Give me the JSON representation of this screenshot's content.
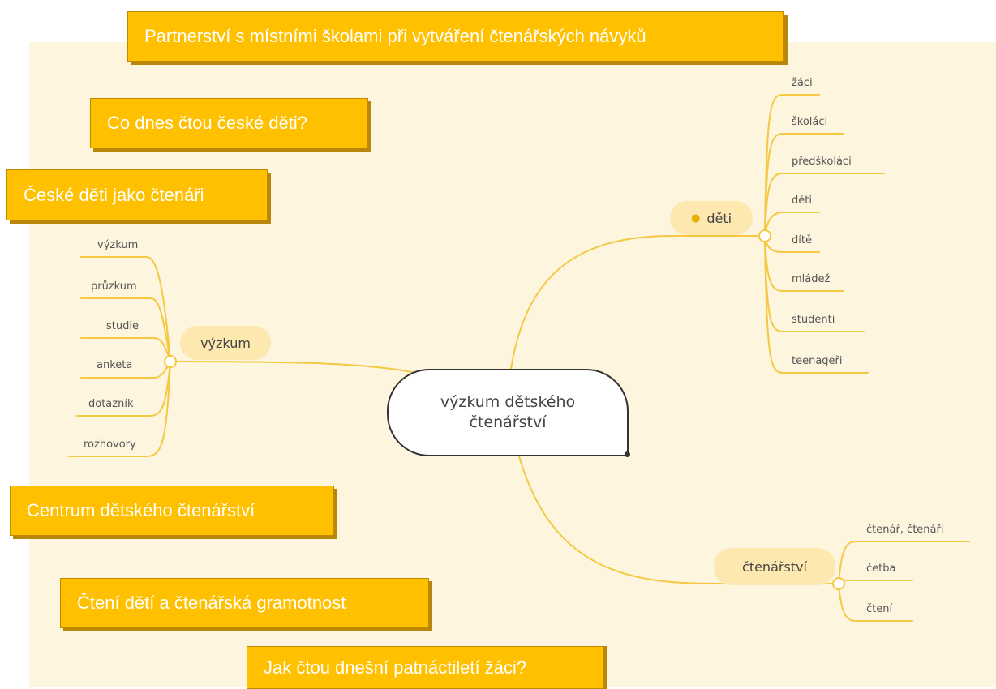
{
  "keyword_boxes": [
    "Partnerství s místními školami při vytváření čtenářských návyků",
    "Co dnes čtou české děti?",
    "České děti jako čtenáři",
    "Centrum dětského čtenářství",
    "Čtení dětí a čtenářská gramotnost",
    "Jak čtou dnešní patnáctiletí žáci?"
  ],
  "mindmap": {
    "central": {
      "line1": "výzkum dětského",
      "line2": "čtenářství"
    },
    "branches": [
      {
        "label": "výzkum",
        "children": [
          "výzkum",
          "průzkum",
          "studie",
          "anketa",
          "dotazník",
          "rozhovory"
        ]
      },
      {
        "label": "děti",
        "icon": "lightbulb-icon",
        "children": [
          "žáci",
          "školáci",
          "předškoláci",
          "děti",
          "dítě",
          "mládež",
          "studenti",
          "teenageři"
        ]
      },
      {
        "label": "čtenářství",
        "children": [
          "čtenář, čtenáři",
          "četba",
          "čtení"
        ]
      }
    ]
  },
  "colors": {
    "canvas": "#fdf5de",
    "keyword_box": "#ffc000",
    "keyword_shadow": "#b8860b",
    "branch_line": "#f5c842",
    "pill": "#fde9b0"
  }
}
